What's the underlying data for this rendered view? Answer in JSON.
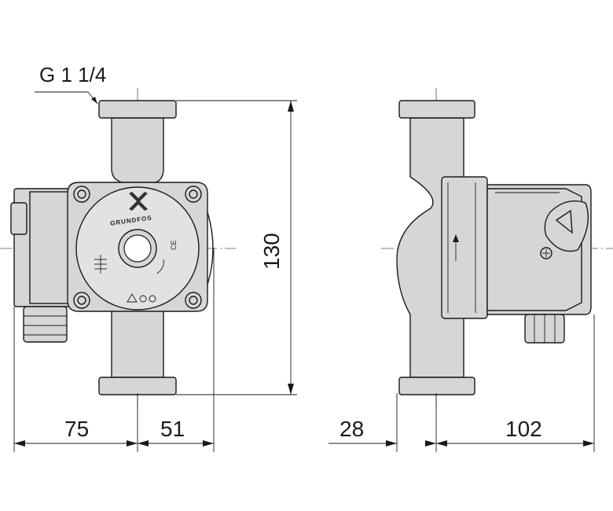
{
  "thread_label": "G 1 1/4",
  "brand_mark": "GRUNDFOS",
  "ce_mark": "CE",
  "dimensions": {
    "height": "130",
    "left_width": "75",
    "right_width": "51",
    "offset": "28",
    "depth": "102"
  }
}
